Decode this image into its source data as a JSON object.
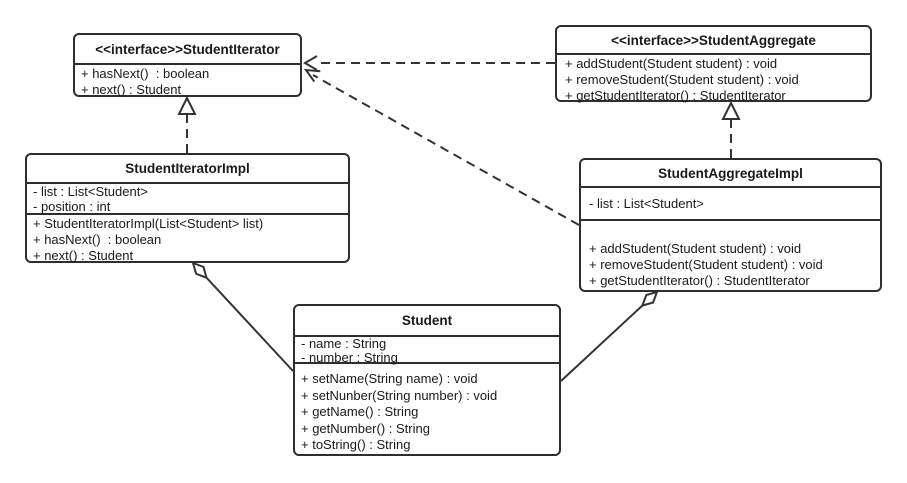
{
  "diagram": {
    "kind": "uml-class-diagram",
    "pattern": "Iterator",
    "colors": {
      "stroke": "#333333",
      "box_border": "#2e2e2e",
      "box_fill": "#ffffff",
      "text": "#1a1a1a",
      "background": "#ffffff"
    },
    "classes": [
      {
        "id": "StudentIterator",
        "title": "<<interface>>StudentIterator",
        "attributes": [],
        "methods": [
          "+ hasNext()  : boolean",
          "+ next() : Student"
        ]
      },
      {
        "id": "StudentAggregate",
        "title": "<<interface>>StudentAggregate",
        "attributes": [],
        "methods": [
          "+ addStudent(Student student) : void",
          "+ removeStudent(Student student) : void",
          "+ getStudentIterator() : StudentIterator"
        ]
      },
      {
        "id": "StudentIteratorImpl",
        "title": "StudentIteratorImpl",
        "attributes": [
          "- list : List<Student>",
          "- position : int"
        ],
        "methods": [
          "+ StudentIteratorImpl(List<Student> list)",
          "+ hasNext()  : boolean",
          "+ next() : Student"
        ]
      },
      {
        "id": "StudentAggregateImpl",
        "title": "StudentAggregateImpl",
        "attributes": [
          "- list : List<Student>"
        ],
        "methods": [
          "+ addStudent(Student student) : void",
          "+ removeStudent(Student student) : void",
          "+ getStudentIterator() : StudentIterator"
        ]
      },
      {
        "id": "Student",
        "title": "Student",
        "attributes": [
          "- name : String",
          "- number : String"
        ],
        "methods": [
          "+ setName(String name) : void",
          "+ setNunber(String number) : void",
          "+ getName() : String",
          "+ getNumber() : String",
          "+ toString() : String"
        ]
      }
    ],
    "relationships": [
      {
        "type": "realization",
        "from": "StudentIteratorImpl",
        "to": "StudentIterator",
        "line": "dashed",
        "head": "hollow-triangle"
      },
      {
        "type": "realization",
        "from": "StudentAggregateImpl",
        "to": "StudentAggregate",
        "line": "dashed",
        "head": "hollow-triangle"
      },
      {
        "type": "dependency",
        "from": "StudentAggregate",
        "to": "StudentIterator",
        "line": "dashed",
        "head": "open-arrow"
      },
      {
        "type": "dependency",
        "from": "StudentAggregateImpl",
        "to": "StudentIterator",
        "line": "dashed",
        "head": "open-arrow"
      },
      {
        "type": "aggregation",
        "owner": "StudentIteratorImpl",
        "part": "Student",
        "line": "solid",
        "head": "hollow-diamond"
      },
      {
        "type": "aggregation",
        "owner": "StudentAggregateImpl",
        "part": "Student",
        "line": "solid",
        "head": "hollow-diamond"
      }
    ]
  }
}
